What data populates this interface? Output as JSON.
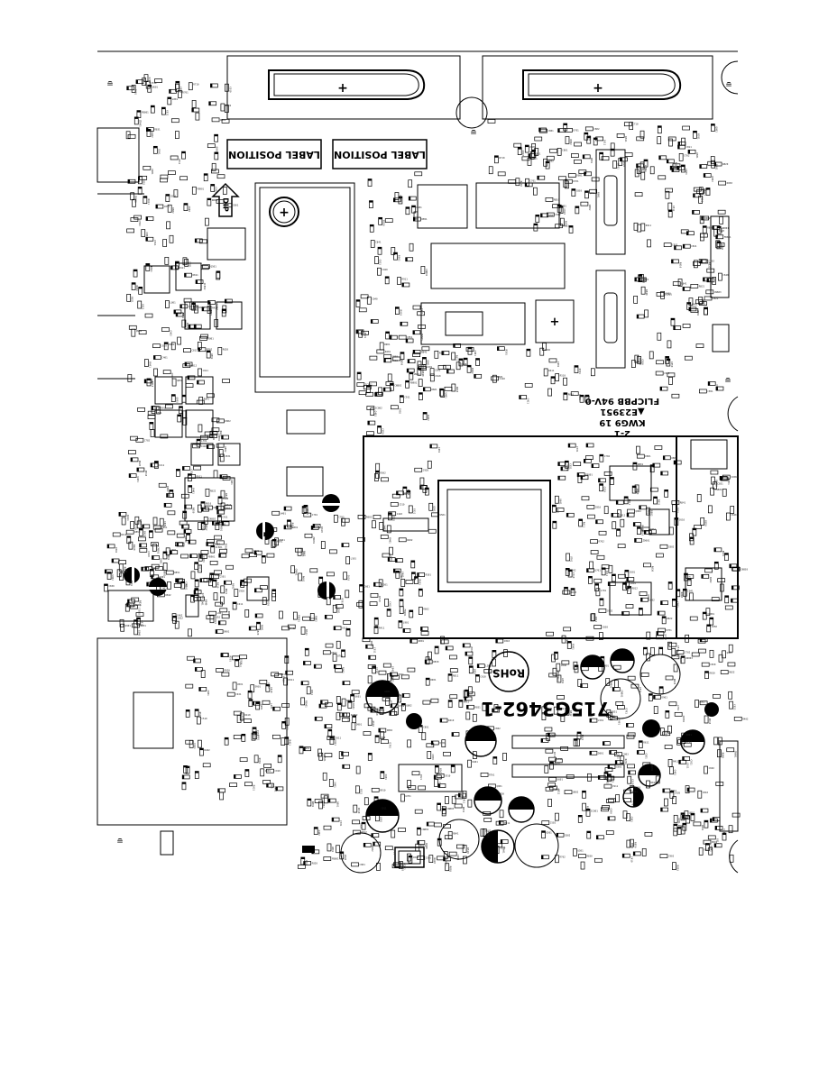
{
  "board": {
    "label_left": "LABEL POSITION",
    "label_right": "LABEL POSITION",
    "dip_arrow": "DIP",
    "part_number": "715G3462-1",
    "rohs": "RoHS",
    "pcb_line1": "FLICPBB 94V-0",
    "pcb_line2": "▲E23951",
    "pcb_line3": "KWG9 19",
    "pcb_line4": "2-1"
  },
  "designators": [
    "R801",
    "R802",
    "R803",
    "C801",
    "C802",
    "C803",
    "Q801",
    "Q802",
    "D801",
    "D802",
    "R810",
    "R811",
    "R812",
    "C810",
    "C811",
    "C812",
    "U801",
    "U802",
    "FB801",
    "L801",
    "R820",
    "R821",
    "R822",
    "C820",
    "C821",
    "C822",
    "R830",
    "R831",
    "C830",
    "C831",
    "R840",
    "R841",
    "C840",
    "C841",
    "IC801",
    "IC802",
    "R850",
    "R851",
    "C850",
    "C851",
    "CN801",
    "CN802",
    "CN803",
    "R901",
    "R902",
    "C901",
    "C902",
    "Q901",
    "D901",
    "R910",
    "R911",
    "C910",
    "C911",
    "U901",
    "R920",
    "R921",
    "C920",
    "C921",
    "L901",
    "FB901",
    "R401",
    "R402",
    "C401",
    "C402",
    "U401",
    "R410",
    "R411",
    "C410",
    "C411",
    "X401",
    "R501",
    "R502",
    "C501",
    "C502",
    "U501",
    "R510",
    "C510",
    "L501",
    "D501",
    "Q501",
    "R601",
    "R602",
    "C601",
    "C602",
    "U601",
    "R610",
    "C610",
    "R611",
    "C611",
    "ZD601",
    "R701",
    "R702",
    "C701",
    "C702",
    "U701",
    "R710",
    "C710",
    "L701",
    "D701",
    "Q701"
  ],
  "colors": {
    "silk": "#000000",
    "board": "#ffffff"
  }
}
